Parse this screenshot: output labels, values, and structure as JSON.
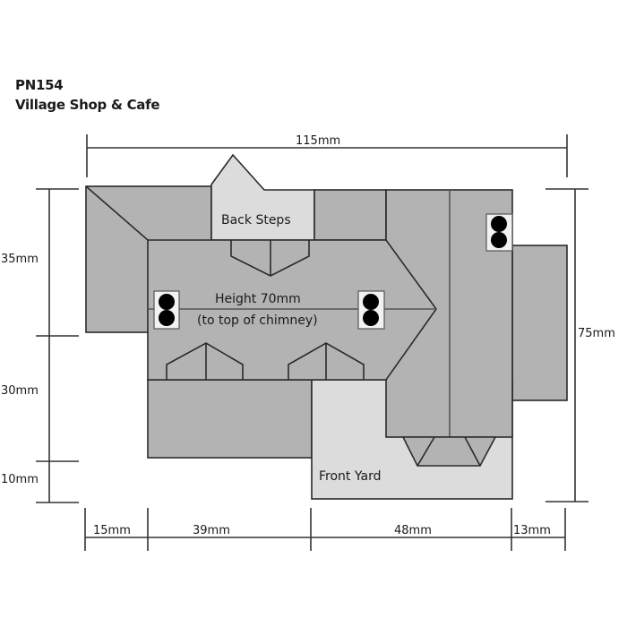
{
  "header": {
    "product_code": "PN154",
    "product_name": "Village Shop & Cafe"
  },
  "labels": {
    "back_steps": "Back Steps",
    "height_line1": "Height 70mm",
    "height_line2": "(to top of chimney)",
    "front_yard": "Front Yard"
  },
  "dimensions": {
    "top_total": "115mm",
    "right_total": "75mm",
    "left": [
      "35mm",
      "30mm",
      "10mm"
    ],
    "bottom": [
      "15mm",
      "39mm",
      "48mm",
      "13mm"
    ]
  },
  "colors": {
    "roof": "#b3b3b3",
    "light_area": "#dcdcdc",
    "outline": "#2a2a2a",
    "dim_line": "#333333",
    "chimney_bg": "#f2f2f2",
    "chimney_pot": "#000000"
  }
}
